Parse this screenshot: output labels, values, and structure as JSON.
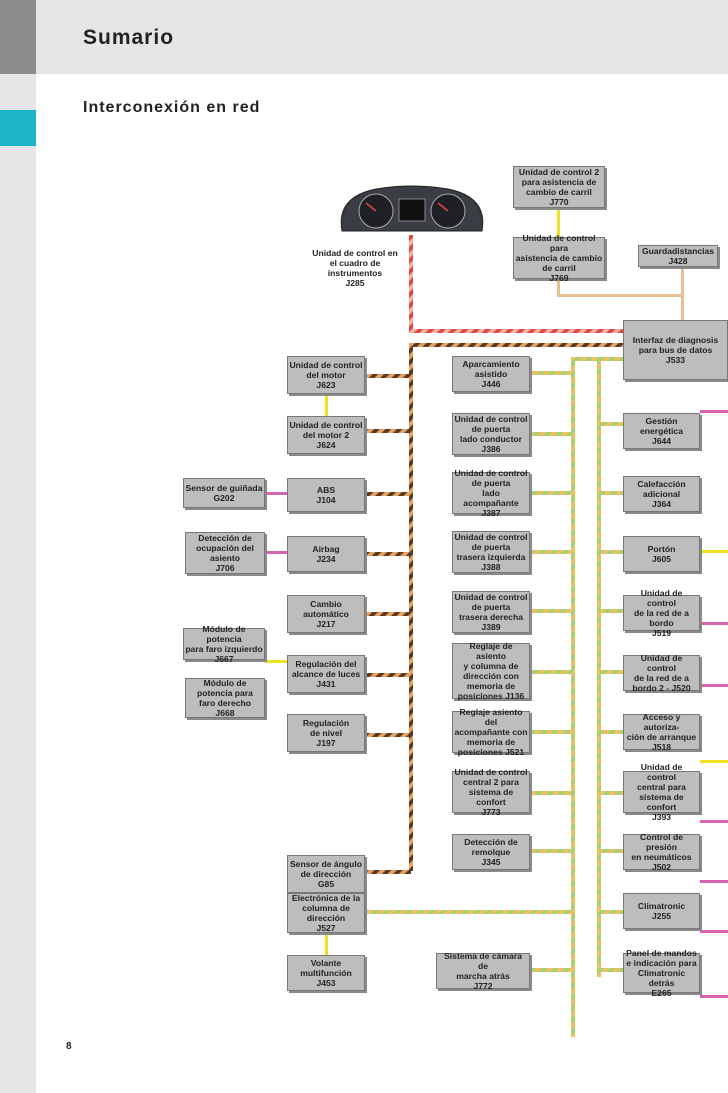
{
  "header": {
    "title": "Sumario",
    "subtitle": "Interconexión en red",
    "page_number": "8"
  },
  "colors": {
    "accent": "#1cb5c8",
    "can_drive_stripe": "#e8a060",
    "can_comfort_stripe": "#a8d070",
    "can_infotainment": "#f0a0a0",
    "lin": "#f0e020",
    "lin_comfort": "#d860b0",
    "box": "#bdbdbd"
  },
  "cluster": {
    "icon": "instrument-cluster-icon",
    "label": "Unidad de control en\nel cuadro de\ninstrumentos\nJ285"
  },
  "modules": {
    "j770": "Unidad de control 2\npara asistencia de\ncambio de carril\nJ770",
    "j769": "Unidad de control para\nasistencia de cambio\nde carril\nJ769",
    "j428": "Guardadistancias\nJ428",
    "j533": "Interfaz de diagnosis\npara bus de datos\nJ533",
    "j623": "Unidad de control\ndel motor\nJ623",
    "j624": "Unidad de control\ndel motor 2\nJ624",
    "j104": "ABS\nJ104",
    "j234": "Airbag\nJ234",
    "j217": "Cambio\nautomático\nJ217",
    "j431": "Regulación del\nalcance de luces\nJ431",
    "j197": "Regulación\nde nivel\nJ197",
    "g85": "Sensor de ángulo\nde dirección\nG85",
    "j527": "Electrónica de la\ncolumna de\ndirección\nJ527",
    "j453": "Volante\nmultifunción\nJ453",
    "g202": "Sensor de guiñada\nG202",
    "j706": "Detección de\nocupación del\nasiento\nJ706",
    "j667": "Módulo de potencia\npara faro izquierdo\nJ667",
    "j668": "Módulo de\npotencia para\nfaro derecho\nJ668",
    "j446": "Aparcamiento\nasistido\nJ446",
    "j386": "Unidad de control\nde puerta\nlado conductor\nJ386",
    "j387": "Unidad de control\nde puerta\nlado acompañante\nJ387",
    "j388": "Unidad de control\nde puerta\ntrasera izquierda\nJ388",
    "j389": "Unidad de control\nde puerta\ntrasera derecha\nJ389",
    "j136": "Reglaje de asiento\ny columna de\ndirección con\nmemoria de\nposiciones J136",
    "j521": "Reglaje asiento del\nacompañante con\nmemoria de\nposiciones J521",
    "j773": "Unidad de control\ncentral 2 para\nsistema de confort\nJ773",
    "j345": "Detección de\nremolque\nJ345",
    "j772": "Sistema de cámara de\nmarcha atrás\nJ772",
    "j644": "Gestión\nenergética\nJ644",
    "j364": "Calefacción\nadicional\nJ364",
    "j605": "Portón\nJ605",
    "j519": "Unidad de control\nde la red de a bordo\nJ519",
    "j520": "Unidad de control\nde la red de a\nbordo 2 - J520",
    "j518": "Acceso y autoriza-\nción de arranque\nJ518",
    "j393": "Unidad de control\ncentral para\nsistema de confort\nJ393",
    "j502": "Control de presión\nen neumáticos\nJ502",
    "j255": "Climatronic\nJ255",
    "e265": "Panel de mandos\ne indicación para\nClimatronic detrás\nE265"
  }
}
